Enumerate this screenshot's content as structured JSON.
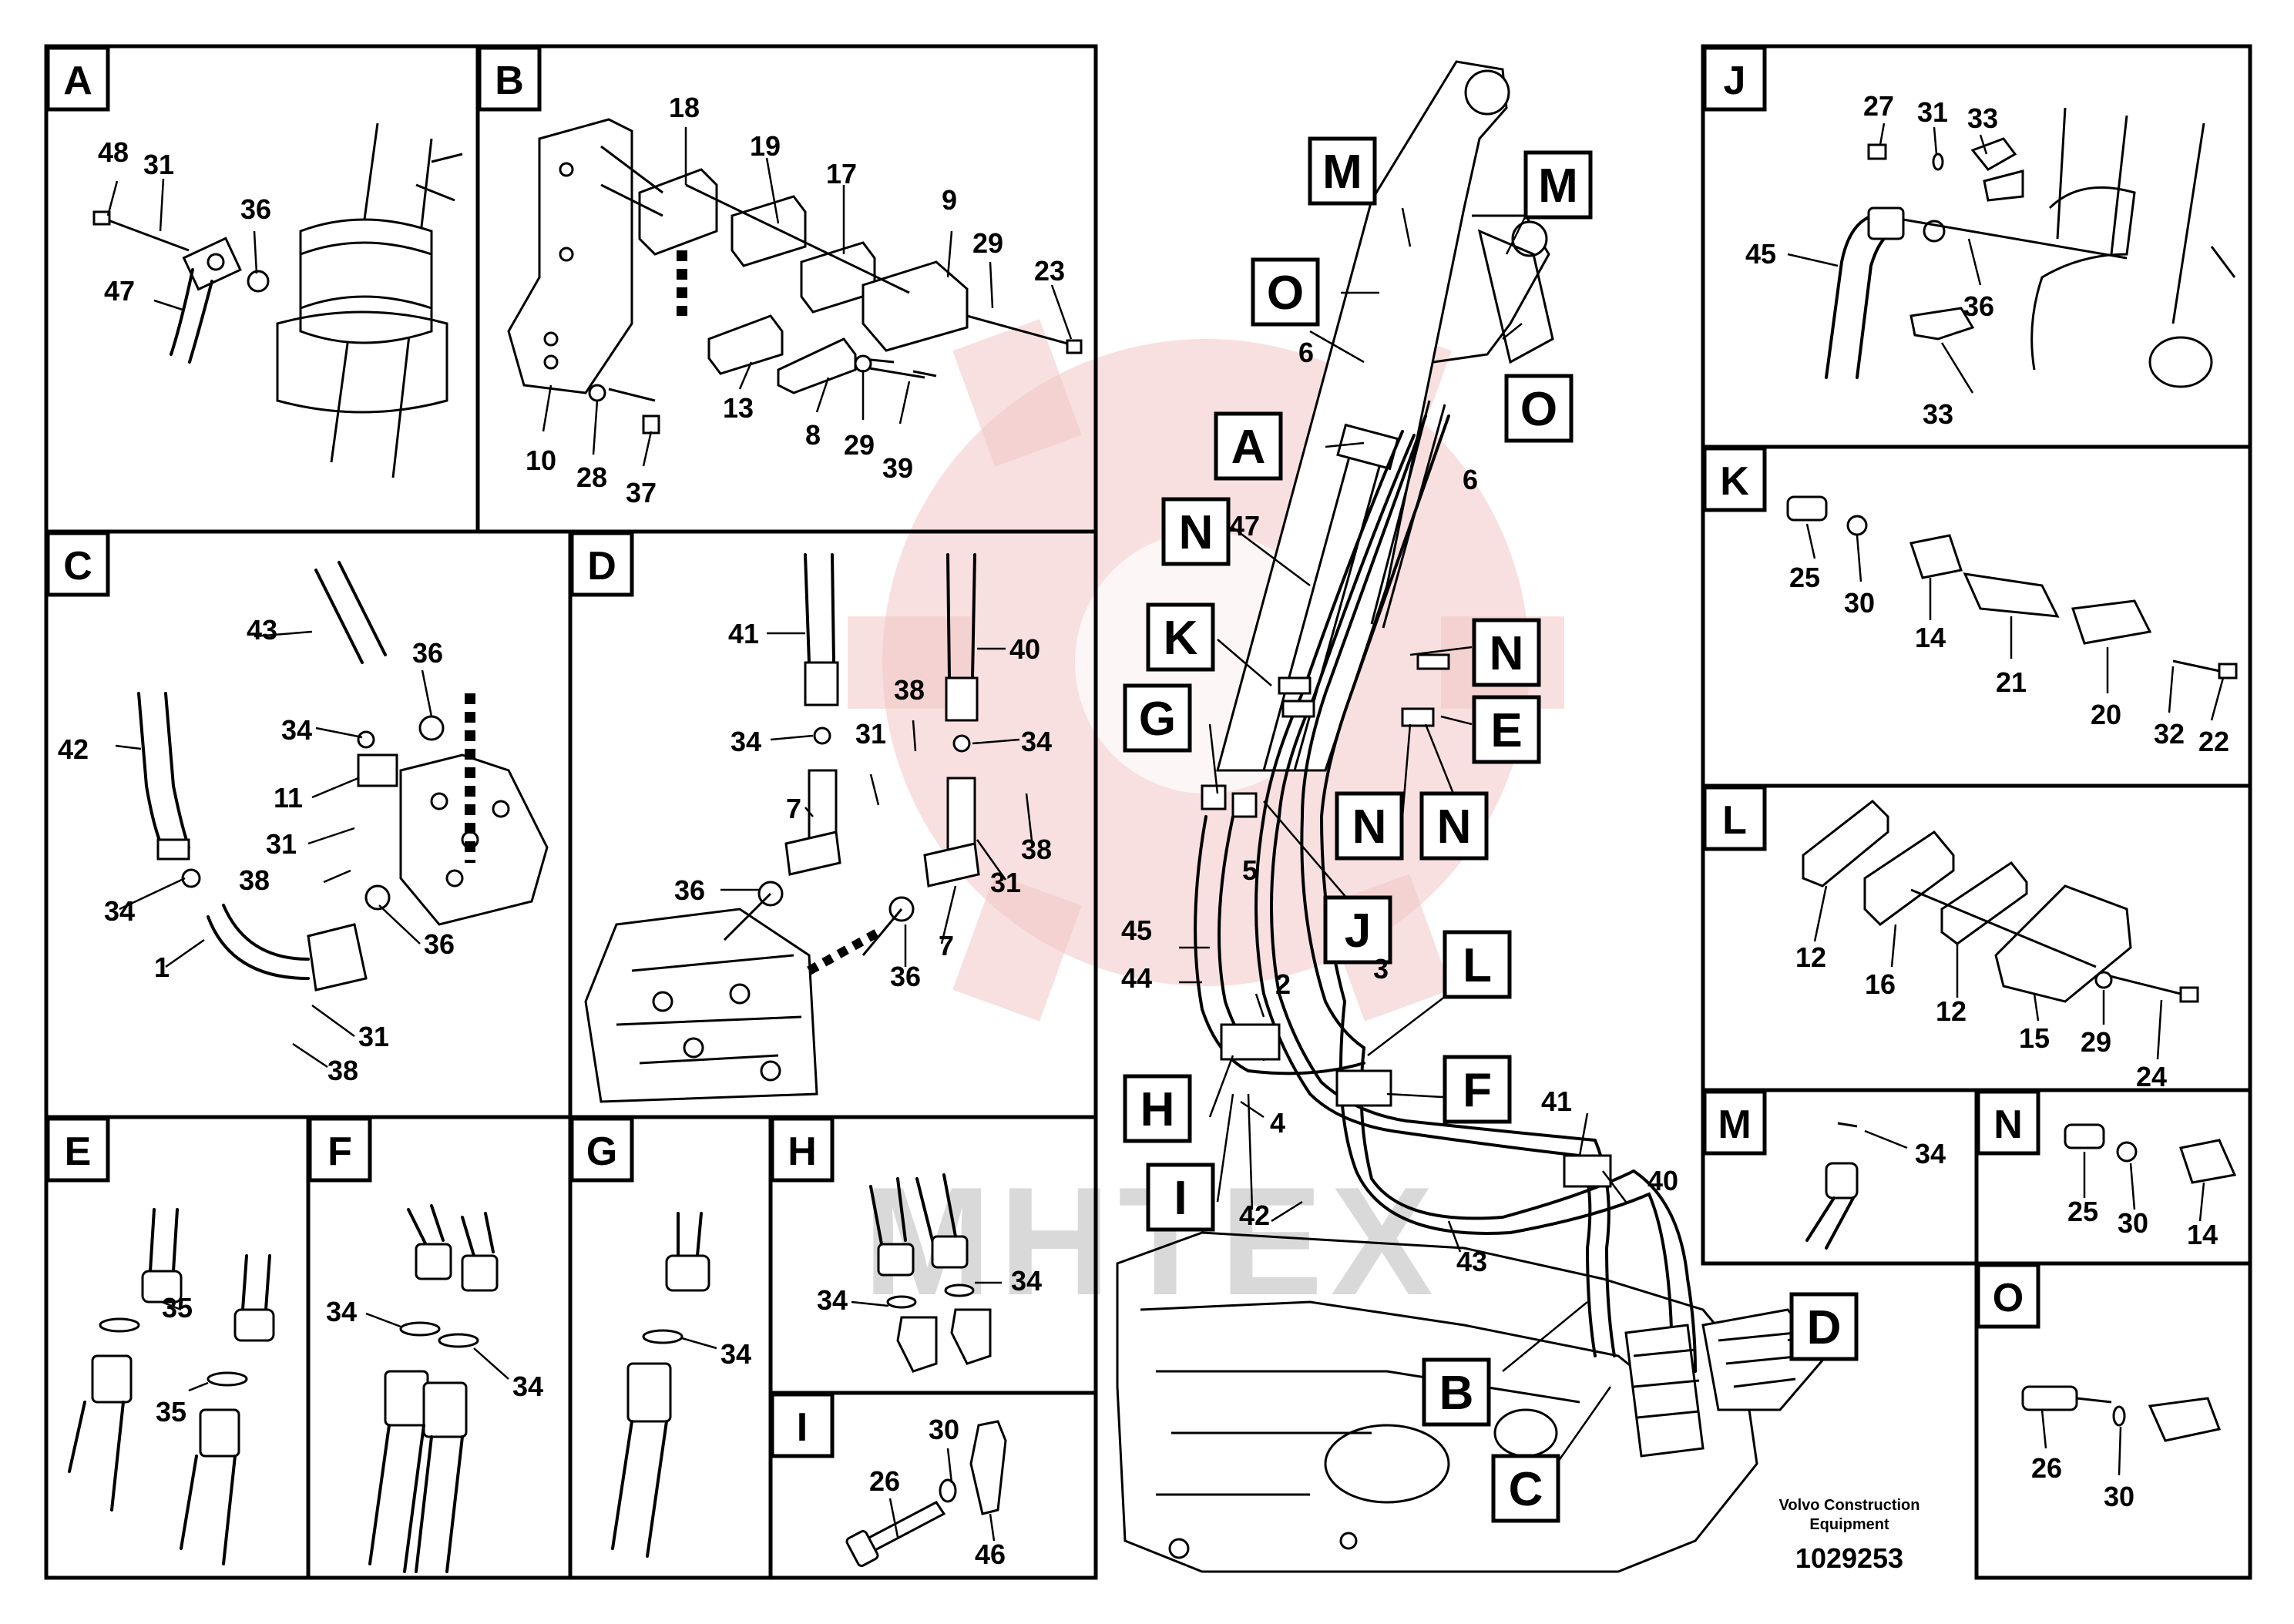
{
  "brand": {
    "company": "Volvo Construction",
    "company_line2": "Equipment",
    "drawing_number": "1029253",
    "watermark": "MHTEX"
  },
  "colors": {
    "ink": "#000000",
    "watermark": "#f3c6c6",
    "background": "#ffffff"
  },
  "panels": {
    "A": {
      "label": "A",
      "callouts": [
        "48",
        "31",
        "36",
        "47"
      ]
    },
    "B": {
      "label": "B",
      "callouts": [
        "18",
        "19",
        "17",
        "9",
        "29",
        "23",
        "13",
        "8",
        "29",
        "39",
        "10",
        "28",
        "37"
      ]
    },
    "C": {
      "label": "C",
      "callouts": [
        "43",
        "36",
        "42",
        "34",
        "11",
        "31",
        "38",
        "34",
        "1",
        "36",
        "31",
        "38"
      ]
    },
    "D": {
      "label": "D",
      "callouts": [
        "41",
        "40",
        "38",
        "34",
        "31",
        "34",
        "7",
        "38",
        "36",
        "31",
        "36",
        "7"
      ]
    },
    "E": {
      "label": "E",
      "callouts": [
        "35",
        "35"
      ]
    },
    "F": {
      "label": "F",
      "callouts": [
        "34",
        "34"
      ]
    },
    "G": {
      "label": "G",
      "callouts": [
        "34"
      ]
    },
    "H": {
      "label": "H",
      "callouts": [
        "34",
        "34"
      ]
    },
    "I": {
      "label": "I",
      "callouts": [
        "30",
        "26",
        "46"
      ]
    },
    "J": {
      "label": "J",
      "callouts": [
        "27",
        "31",
        "33",
        "45",
        "36",
        "33"
      ]
    },
    "K": {
      "label": "K",
      "callouts": [
        "25",
        "30",
        "14",
        "21",
        "20",
        "32",
        "22"
      ]
    },
    "L": {
      "label": "L",
      "callouts": [
        "12",
        "16",
        "12",
        "15",
        "29",
        "24"
      ]
    },
    "M": {
      "label": "M",
      "callouts": [
        "34"
      ]
    },
    "N": {
      "label": "N",
      "callouts": [
        "25",
        "30",
        "14"
      ]
    },
    "O": {
      "label": "O",
      "callouts": [
        "26",
        "30"
      ]
    }
  },
  "main": {
    "tags": [
      "M",
      "M",
      "O",
      "O",
      "A",
      "N",
      "K",
      "N",
      "G",
      "E",
      "N",
      "N",
      "J",
      "L",
      "H",
      "F",
      "I",
      "D",
      "B",
      "C"
    ],
    "callouts": [
      "6",
      "6",
      "47",
      "5",
      "45",
      "44",
      "2",
      "3",
      "4",
      "41",
      "40",
      "42",
      "43"
    ]
  }
}
